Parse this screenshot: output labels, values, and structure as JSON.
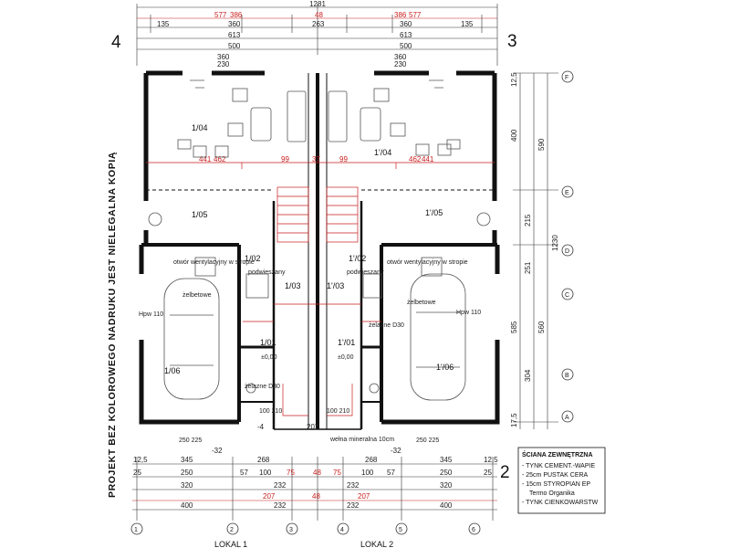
{
  "corner_numbers": [
    "4",
    "3",
    "2"
  ],
  "watermark": "PROJEKT BEZ KOLOROWEGO NADRUKU JEST NIELEGALNA KOPIĄ",
  "bottom_partial": [
    "LOKAL 1",
    "LOKAL 2"
  ],
  "top_dims": {
    "total": "1281",
    "row_red": [
      "577",
      "386",
      "48",
      "386",
      "577"
    ],
    "row_a": [
      "135",
      "360",
      "263",
      "360",
      "135"
    ],
    "row_b": [
      "613",
      "613"
    ],
    "row_c": [
      "500",
      "500"
    ],
    "windows": [
      "360",
      "230",
      "360",
      "230"
    ]
  },
  "rooms": [
    {
      "id": "1/04",
      "name": "1/04"
    },
    {
      "id": "1'/04",
      "name": "1'/04"
    },
    {
      "id": "1/05",
      "name": "1/05"
    },
    {
      "id": "1'/05",
      "name": "1'/05"
    },
    {
      "id": "1/02",
      "name": "1/02"
    },
    {
      "id": "1'/02",
      "name": "1'/02"
    },
    {
      "id": "1/03",
      "name": "1/03"
    },
    {
      "id": "1'/03",
      "name": "1'/03"
    },
    {
      "id": "1/01",
      "name": "1/01"
    },
    {
      "id": "1'/01",
      "name": "1'/01"
    },
    {
      "id": "1/06",
      "name": "1/06"
    },
    {
      "id": "1'/06",
      "name": "1'/06"
    }
  ],
  "labels": {
    "otwor_left": "otwór wentylacyjny w stropie",
    "otwor_right": "otwór wentylacyjny w stropie",
    "podwieszany_l": "podwieszany",
    "podwieszany_r": "podwieszany",
    "zelbet_l": "żelbetowe",
    "zelbet_r": "żelbetowe",
    "level_l": "±0,00",
    "level_r": "±0,00",
    "zelazne_l": "żelazne D30",
    "zelazne_r": "żelazne D30",
    "welna": "wełna mineralna 10cm",
    "hpw_l": "Hpw 110",
    "hpw_r": "Hpw 110",
    "door_l": "100 210",
    "door_r": "100 210",
    "garage_l": "250 225",
    "garage_r": "250 225"
  },
  "red_dims": [
    "441",
    "462",
    "99",
    "37",
    "99",
    "462",
    "441"
  ],
  "right_dims": [
    "12,5",
    "400",
    "590",
    "215",
    "251",
    "1230",
    "585",
    "560",
    "304",
    "17,5"
  ],
  "right_axes": [
    "F",
    "E",
    "D",
    "C",
    "B",
    "A"
  ],
  "bottom_dims": {
    "row1": [
      "12,5",
      "345",
      "268",
      "268",
      "345",
      "12,5"
    ],
    "row2": [
      "25",
      "250",
      "57",
      "100",
      "75",
      "48",
      "75",
      "100",
      "57",
      "250",
      "25"
    ],
    "row3": [
      "320",
      "232",
      "232",
      "320"
    ],
    "row_red": [
      "207",
      "48",
      "207"
    ],
    "row4": [
      "400",
      "232",
      "232",
      "400"
    ],
    "extra": [
      "-32",
      "207",
      "-4",
      "-32"
    ]
  },
  "axes_bottom": [
    "1",
    "2",
    "3",
    "4",
    "5",
    "6"
  ],
  "legend": {
    "title": "ŚCIANA ZEWNĘTRZNA",
    "lines": [
      "- TYNK CEMENT.-WAPIE",
      "- 25cm PUSTAK CERA",
      "- 15cm STYROPIAN EP",
      "Termo Organika",
      "- TYNK CIENKOWARSTW"
    ]
  }
}
